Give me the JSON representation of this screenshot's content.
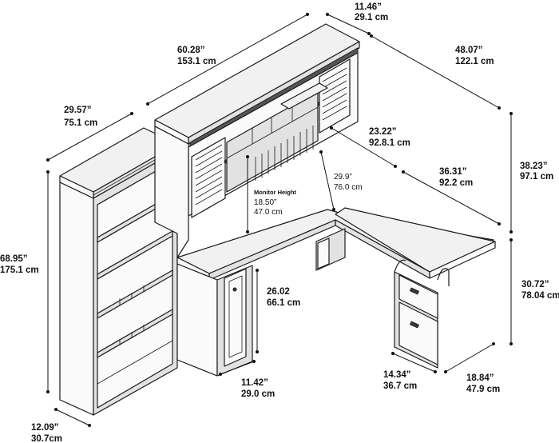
{
  "dimensions": {
    "hutch_depth": {
      "in": "11.46”",
      "cm": "29.1 cm"
    },
    "hutch_width": {
      "in": "60.28”",
      "cm": "153.1 cm"
    },
    "desk_return_length": {
      "in": "48.07”",
      "cm": "122.1 cm"
    },
    "bookcase_width": {
      "in": "29.57”",
      "cm": "75.1 cm"
    },
    "hutch_height": {
      "in": "38.23”",
      "cm": "97.1 cm"
    },
    "inner_clearance_height": {
      "in": "23.22”",
      "cm": "92.8.1 cm"
    },
    "inner_return_length": {
      "in": "36.31”",
      "cm": "92.2 cm"
    },
    "desk_height": {
      "in": "29.9”",
      "cm": "76.0 cm"
    },
    "monitor_height": {
      "label": "Monitor Height",
      "in": "18.50”",
      "cm": "47.0 cm"
    },
    "bookcase_height": {
      "in": "68.95”",
      "cm": "175.1 cm"
    },
    "knee_height": {
      "in": "26.02",
      "cm": "66.1 cm"
    },
    "desk_top_height": {
      "in": "30.72”",
      "cm": "78.04 cm"
    },
    "pedestal_width": {
      "in": "11.42”",
      "cm": "29.0 cm"
    },
    "file_pedestal_width": {
      "in": "14.34”",
      "cm": "36.7 cm"
    },
    "return_depth": {
      "in": "18.84”",
      "cm": "47.9 cm"
    },
    "bookcase_depth": {
      "in": "12.09”",
      "cm": "30.7cm"
    }
  }
}
